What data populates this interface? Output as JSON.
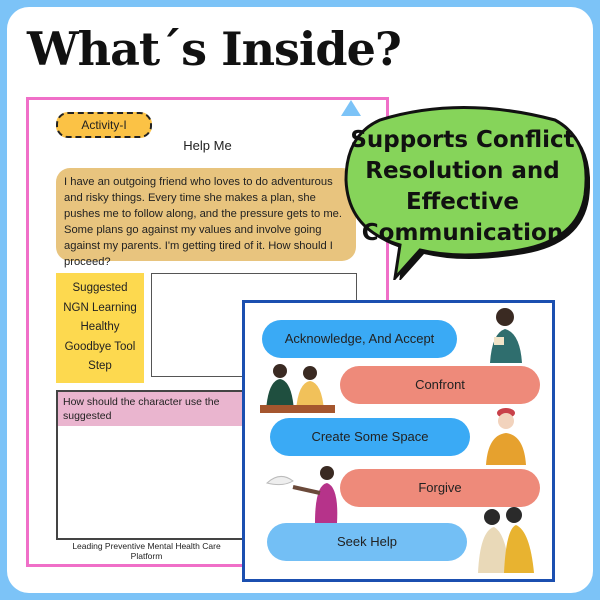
{
  "title": "What´s Inside?",
  "worksheet": {
    "activity_label": "Activity-I",
    "heading": "Help Me",
    "story": "I have an outgoing friend who loves to do adventurous and risky things. Every time she makes a plan, she pushes me to follow along, and the pressure gets to me. Some plans go against my values and involve going against my parents. I'm getting tired of it. How should I proceed?",
    "tool_lines": [
      "Suggested",
      "NGN Learning",
      "Healthy",
      "Goodbye Tool",
      "Step"
    ],
    "question": "How should the character use the suggested",
    "footer": "Leading Preventive Mental Health Care Platform"
  },
  "bubble": {
    "text": "Supports Conflict Resolution and Effective Communication",
    "color": "#86d45a"
  },
  "steps": [
    {
      "label": "Acknowledge, And Accept",
      "color": "#3aaaf5"
    },
    {
      "label": "Confront",
      "color": "#ee8a7a"
    },
    {
      "label": "Create Some Space",
      "color": "#3aaaf5"
    },
    {
      "label": "Forgive",
      "color": "#ee8a7a"
    },
    {
      "label": "Seek Help",
      "color": "#73bff5"
    }
  ]
}
